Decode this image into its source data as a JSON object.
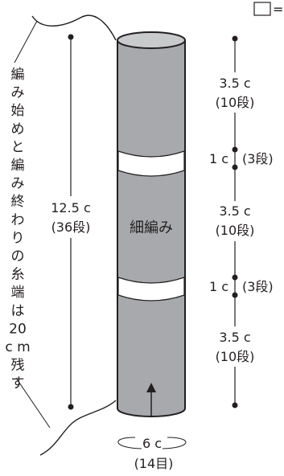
{
  "legend": {
    "box_label": "= "
  },
  "note": {
    "lines": [
      "編",
      "み",
      "始",
      "め",
      "と",
      "編",
      "み",
      "終",
      "わ",
      "り",
      "の",
      "糸",
      "端",
      "は",
      "20",
      "c m",
      "残",
      "す"
    ]
  },
  "total": {
    "length": "12.5 c",
    "rows": "(36段)"
  },
  "body": {
    "stitch": "細編み"
  },
  "bottom": {
    "circumference": "6 c",
    "stitches": "(14目)"
  },
  "sections": [
    {
      "length": "3.5 c",
      "rows": "(10段)"
    },
    {
      "length": "1 c",
      "rows": "(3段)"
    },
    {
      "length": "3.5 c",
      "rows": "(10段)"
    },
    {
      "length": "1 c",
      "rows": "(3段)"
    },
    {
      "length": "3.5 c",
      "rows": "(10段)"
    }
  ],
  "colors": {
    "ink": "#231f20",
    "tube_fill": "#a7a9ac",
    "tube_top": "#c8cacc",
    "stripe": "#ffffff"
  }
}
